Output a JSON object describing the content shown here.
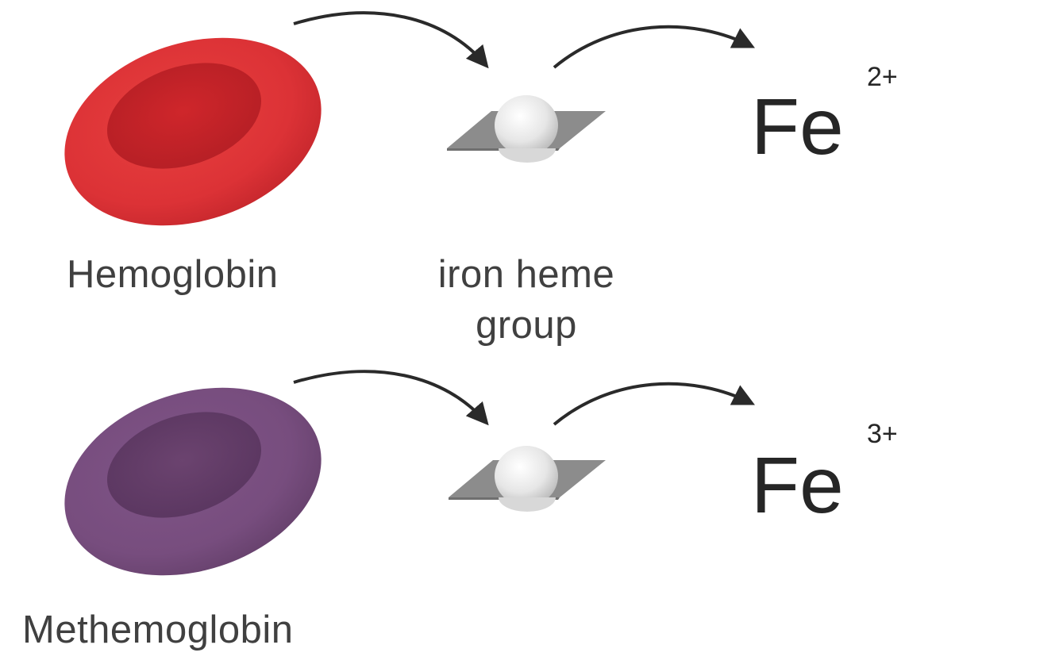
{
  "rows": [
    {
      "cell_label": "Hemoglobin",
      "heme_label_line1": "iron heme",
      "heme_label_line2": "group",
      "ion_symbol": "Fe",
      "ion_charge": "2+",
      "cell_icon": "red-blood-cell-icon",
      "cell_color": "#e0353a"
    },
    {
      "cell_label": "Methemoglobin",
      "ion_symbol": "Fe",
      "ion_charge": "3+",
      "cell_icon": "purple-blood-cell-icon",
      "cell_color": "#7a5080"
    }
  ],
  "heme_icon": "heme-plane-sphere-icon",
  "arrow_icon": "curved-arrow-icon",
  "colors": {
    "arrow": "#2a2a2a",
    "heme_plane": "#8c8c8c",
    "text": "#404040"
  }
}
